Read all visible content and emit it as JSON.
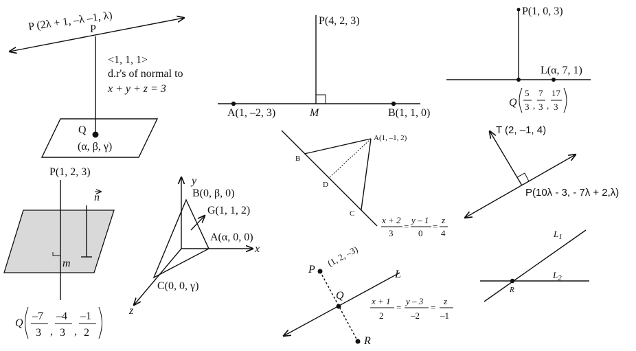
{
  "fig1": {
    "p_label": "P (2λ + 1, –λ –1, λ)",
    "p_point": "P",
    "dr_vec": "<1, 1, 1>",
    "dr_text": "d.r's of normal to",
    "plane_eq": "x + y + z = 3",
    "q_point": "Q",
    "q_coords": "(α, β, γ)"
  },
  "fig2": {
    "p_label": "P(4, 2, 3)",
    "a_label": "A(1, –2, 3)",
    "m_label": "M",
    "b_label": "B(1, 1, 0)"
  },
  "fig3": {
    "p_label": "P(1, 0, 3)",
    "l_label": "L(α, 7, 1)",
    "q_letter": "Q",
    "q_n1": "5",
    "q_d1": "3",
    "q_n2": "7",
    "q_d2": "3",
    "q_n3": "17",
    "q_d3": "3"
  },
  "fig4": {
    "p_label": "P(1, 2, 3)",
    "n_label": "n",
    "m_label": "m",
    "q_letter": "Q",
    "q_n1": "–7",
    "q_d1": "3",
    "q_n2": "–4",
    "q_d2": "3",
    "q_n3": "–1",
    "q_d3": "2"
  },
  "fig5": {
    "y_axis": "y",
    "x_axis": "x",
    "z_axis": "z",
    "b_label": "B(0, β, 0)",
    "g_label": "G(1, 1, 2)",
    "a_label": "A(α, 0, 0)",
    "c_label": "C(0, 0, γ)"
  },
  "fig6": {
    "a_label": "A(1, –1, 2)",
    "b_label": "B",
    "d_label": "D",
    "c_label": "C",
    "eq_n1": "x + 2",
    "eq_d1": "3",
    "eq_n2": "y – 1",
    "eq_d2": "0",
    "eq_n3": "z",
    "eq_d3": "4"
  },
  "fig7": {
    "t_label": "T (2, –1, 4)",
    "p_label": "P(10λ - 3, - 7λ + 2,λ)"
  },
  "fig8": {
    "p_letter": "P",
    "p_coords": "(1, 2, –3)",
    "q_letter": "Q",
    "l_letter": "L",
    "r_letter": "R",
    "eq_n1": "x + 1",
    "eq_d1": "2",
    "eq_n2": "y – 3",
    "eq_d2": "–2",
    "eq_n3": "z",
    "eq_d3": "–1"
  },
  "fig9": {
    "l1": "L",
    "l1_sub": "1",
    "l2": "L",
    "l2_sub": "2",
    "r_letter": "R"
  }
}
